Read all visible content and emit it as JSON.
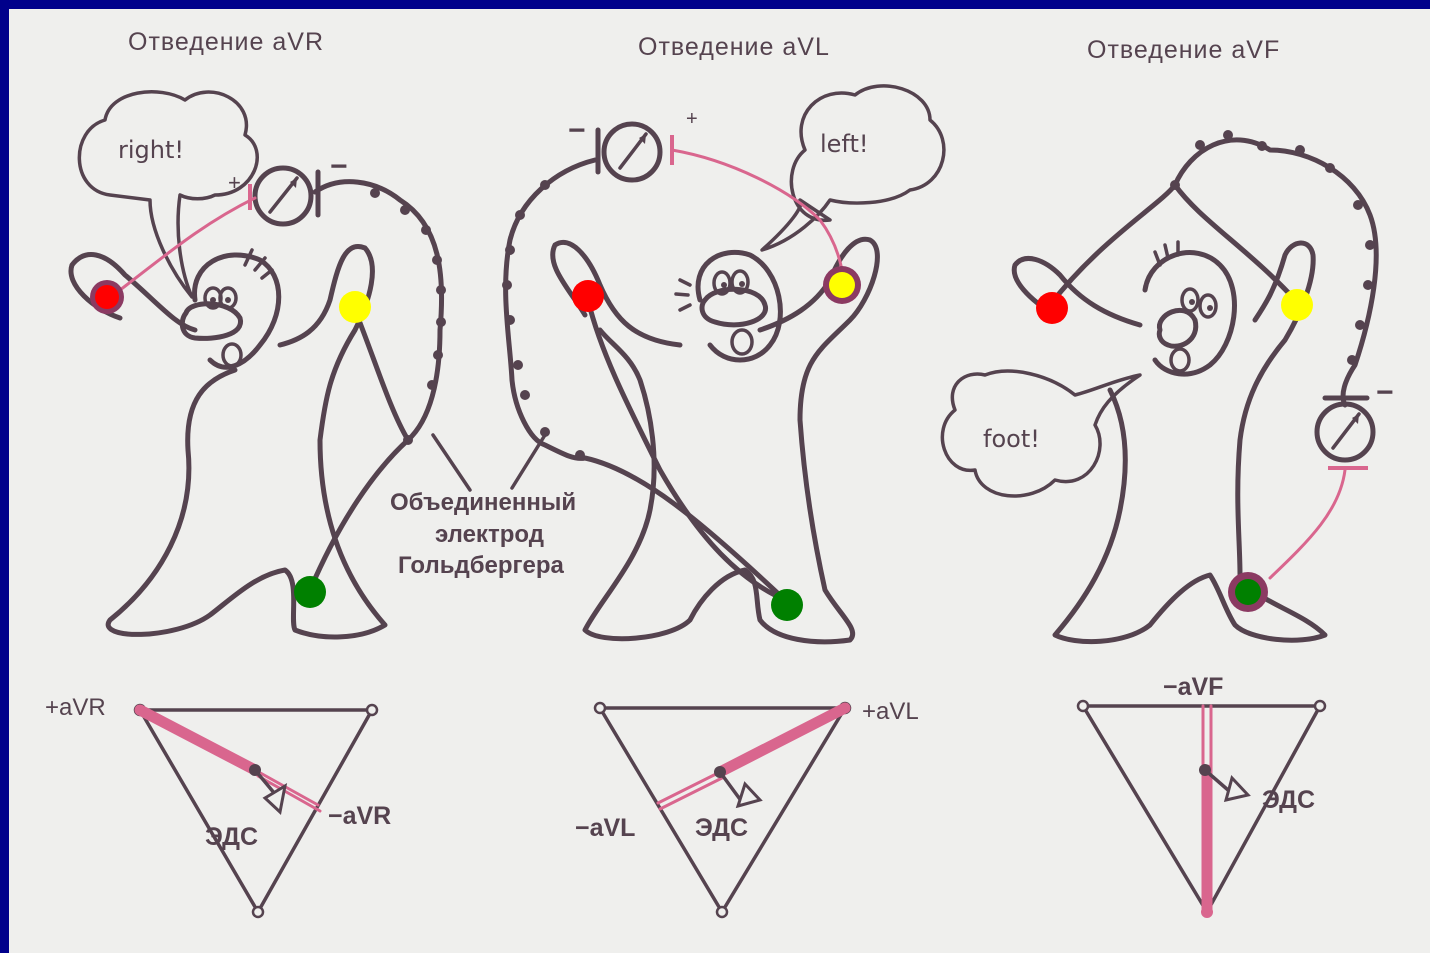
{
  "panels": [
    {
      "title": "Отведение aVR",
      "speech": "right!",
      "plus_label": "+aVR",
      "minus_label": "−aVR",
      "emf_label": "ЭДС"
    },
    {
      "title": "Отведение aVL",
      "speech": "left!",
      "plus_label": "+aVL",
      "minus_label": "−aVL",
      "emf_label": "ЭДС"
    },
    {
      "title": "Отведение aVF",
      "speech": "foot!",
      "minus_label": "−aVF",
      "emf_label": "ЭДС"
    }
  ],
  "center_note": {
    "line1": "Объединенный",
    "line2": "электрод",
    "line3": "Гольдбергера"
  },
  "meter_signs": {
    "plus": "+",
    "minus": "−"
  },
  "colors": {
    "slide_frame": "#00008b",
    "paper": "#efefed",
    "ink": "#55434f",
    "active_lead": "#d9668e",
    "electrode_right_arm": "#ff0000",
    "electrode_left_arm": "#ffff00",
    "electrode_foot": "#008000"
  },
  "electrodes": [
    "right-arm-red",
    "left-arm-yellow",
    "foot-green"
  ]
}
